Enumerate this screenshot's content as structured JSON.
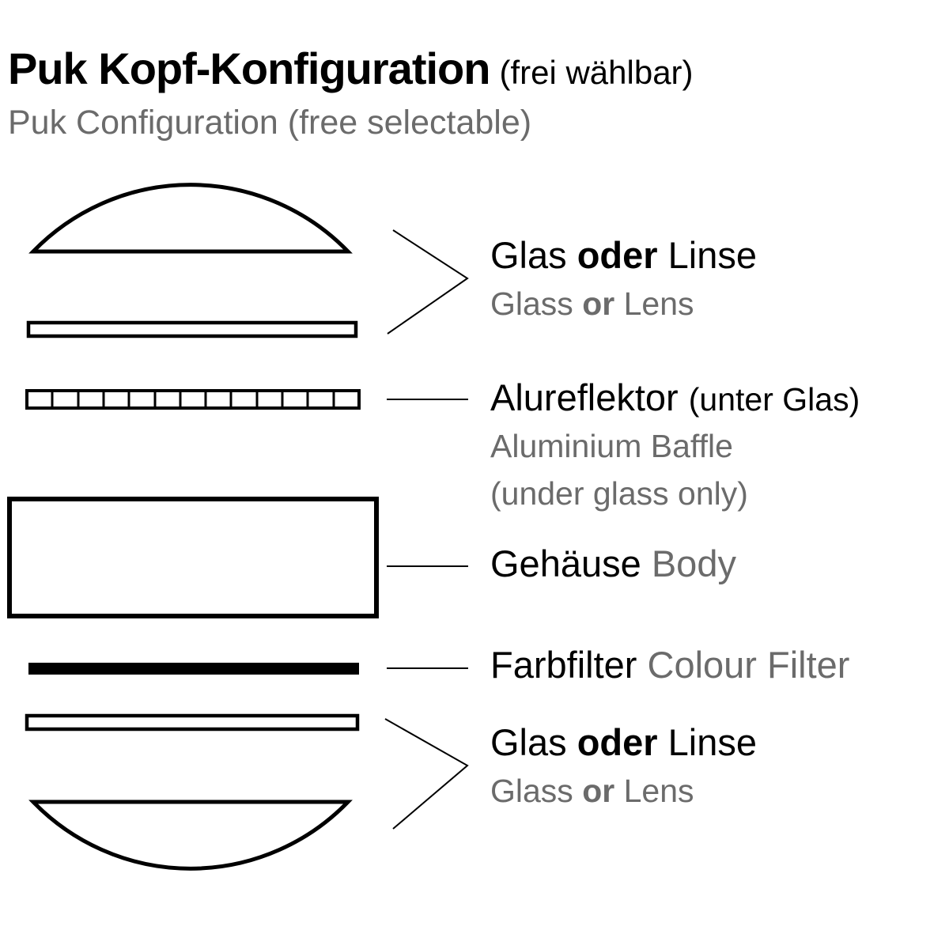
{
  "header": {
    "title": "Puk Kopf-Konfiguration",
    "title_note": "(frei wählbar)",
    "subtitle": "Puk Configuration (free selectable)"
  },
  "parts": {
    "glass_top": {
      "de": {
        "w1": "Glas",
        "w2": "oder",
        "w3": "Linse"
      },
      "en": {
        "w1": "Glass",
        "w2": "or",
        "w3": "Lens"
      }
    },
    "baffle": {
      "de": "Alureflektor",
      "de_note": "(unter Glas)",
      "en": "Aluminium Baffle",
      "en_note": "(under glass only)"
    },
    "body": {
      "de": "Gehäuse",
      "en": "Body"
    },
    "filter": {
      "de": "Farbfilter",
      "en": "Colour Filter"
    },
    "glass_bottom": {
      "de": {
        "w1": "Glas",
        "w2": "oder",
        "w3": "Linse"
      },
      "en": {
        "w1": "Glass",
        "w2": "or",
        "w3": "Lens"
      }
    }
  },
  "colors": {
    "ink": "#000000",
    "muted": "#6b6b6b"
  }
}
